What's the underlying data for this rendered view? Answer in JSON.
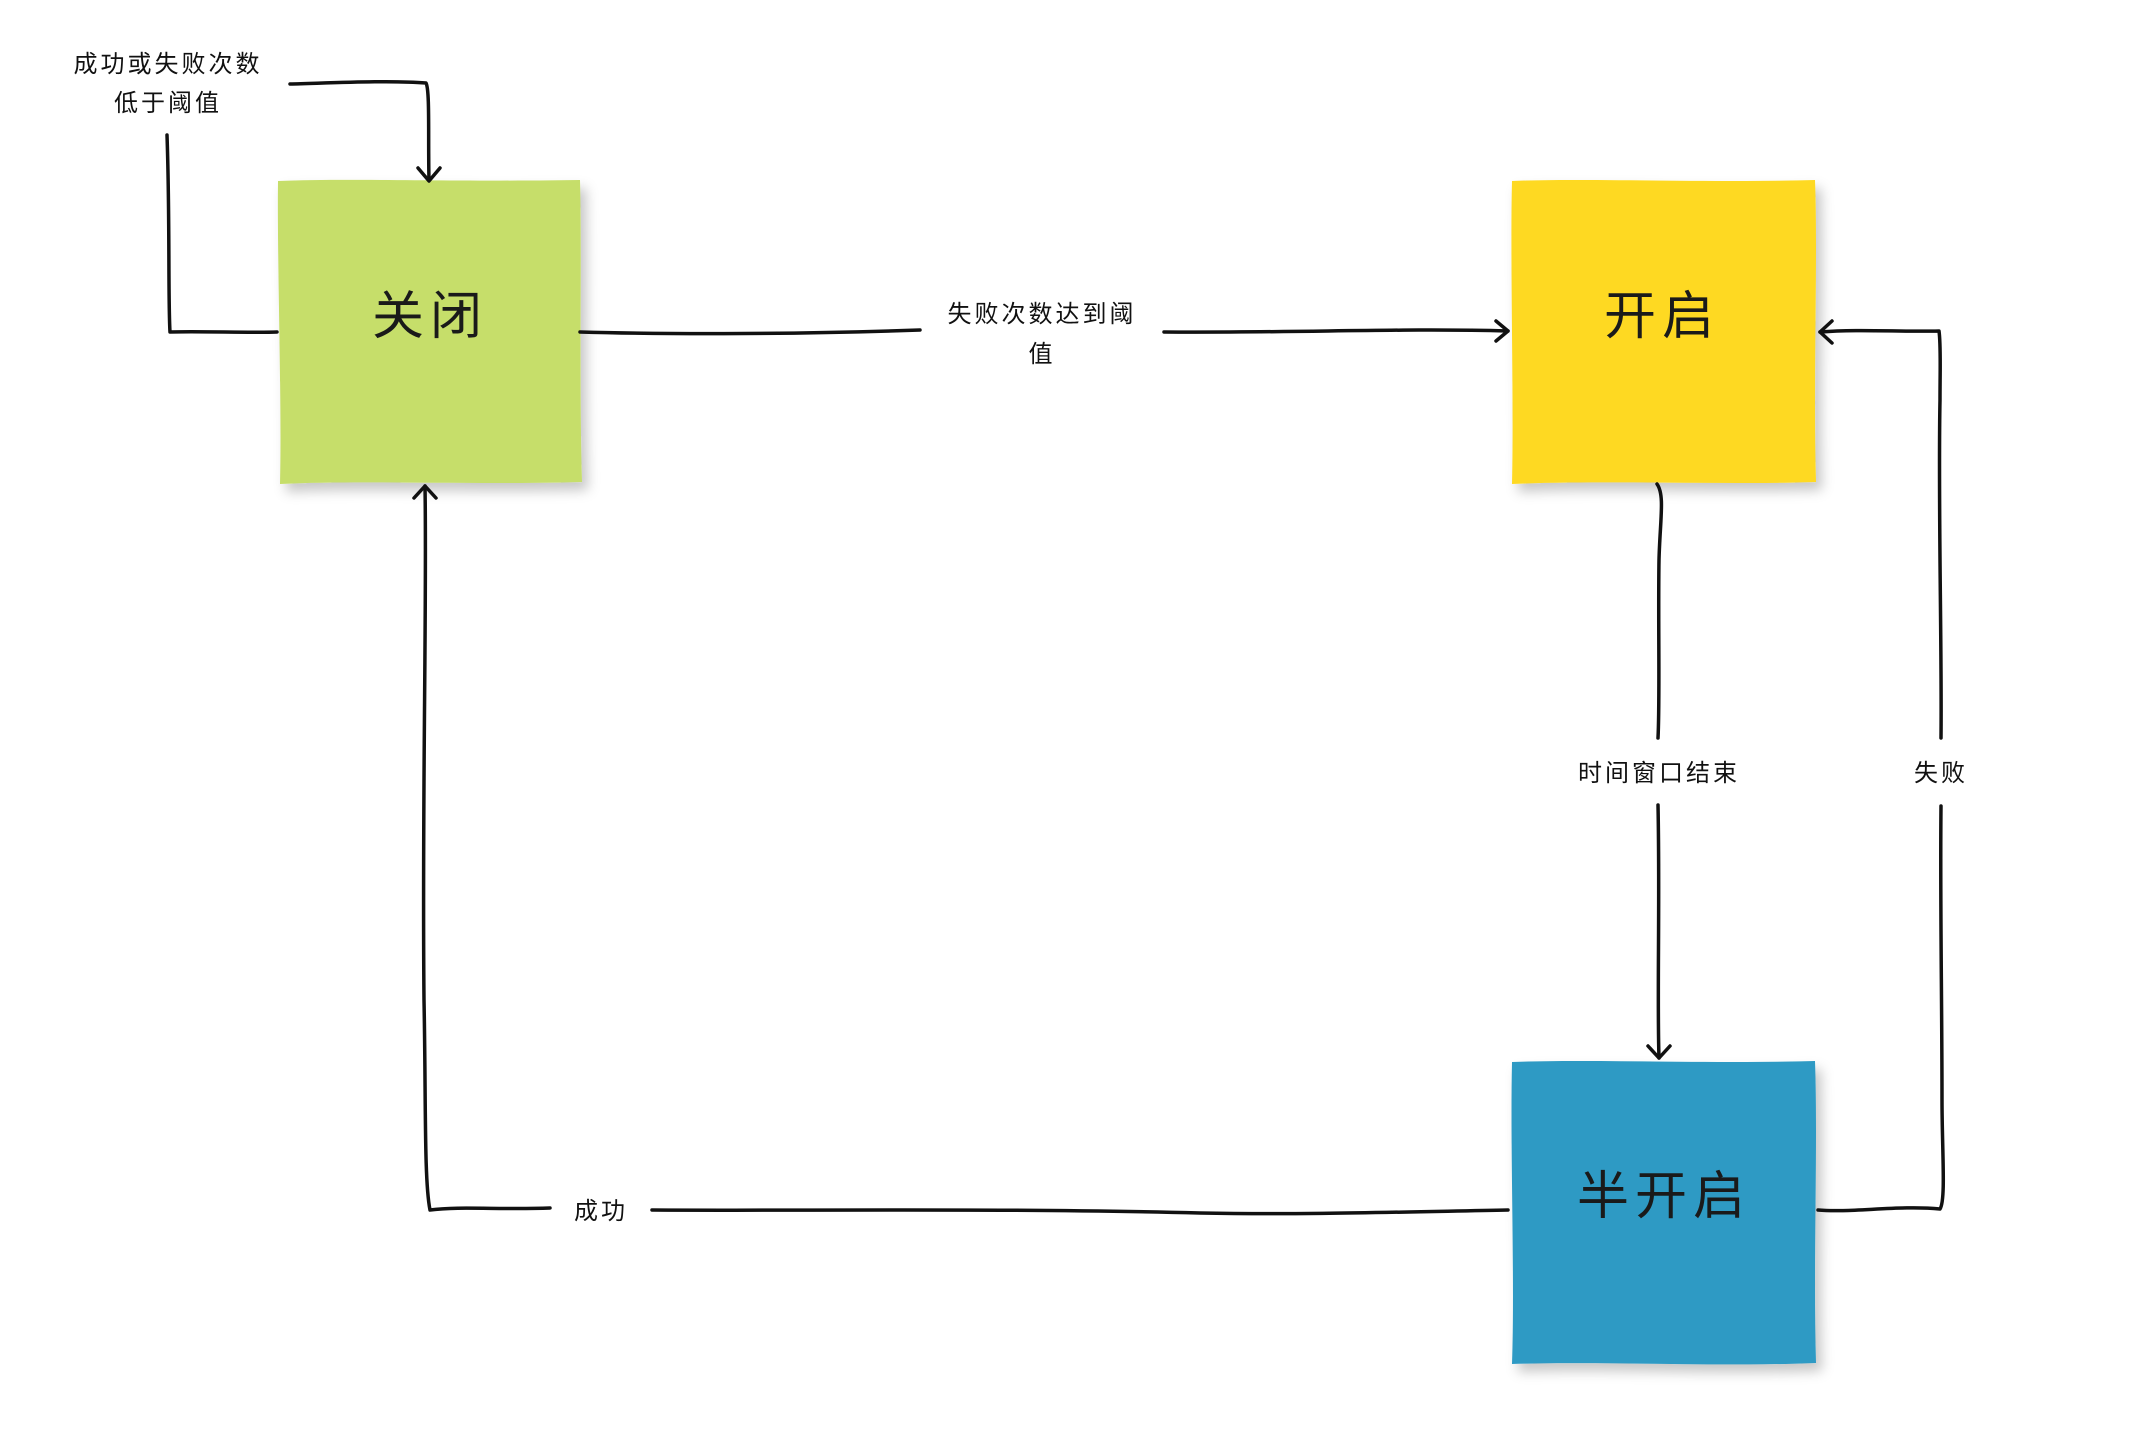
{
  "colors": {
    "closed_fill": "#c6de6a",
    "open_fill": "#fed924",
    "half_open_fill": "#2e9ac4",
    "line": "#111111",
    "background": "#ffffff"
  },
  "nodes": {
    "closed": {
      "label": "关闭"
    },
    "open": {
      "label": "开启"
    },
    "half_open": {
      "label": "半开启"
    }
  },
  "edges": {
    "closed_self": {
      "label_line1": "成功或失败次数",
      "label_line2": "低于阈值"
    },
    "closed_to_open": {
      "label_line1": "失败次数达到阈",
      "label_line2": "值"
    },
    "open_to_half_open": {
      "label": "时间窗口结束"
    },
    "half_open_to_open": {
      "label": "失败"
    },
    "half_open_to_closed": {
      "label": "成功"
    }
  }
}
